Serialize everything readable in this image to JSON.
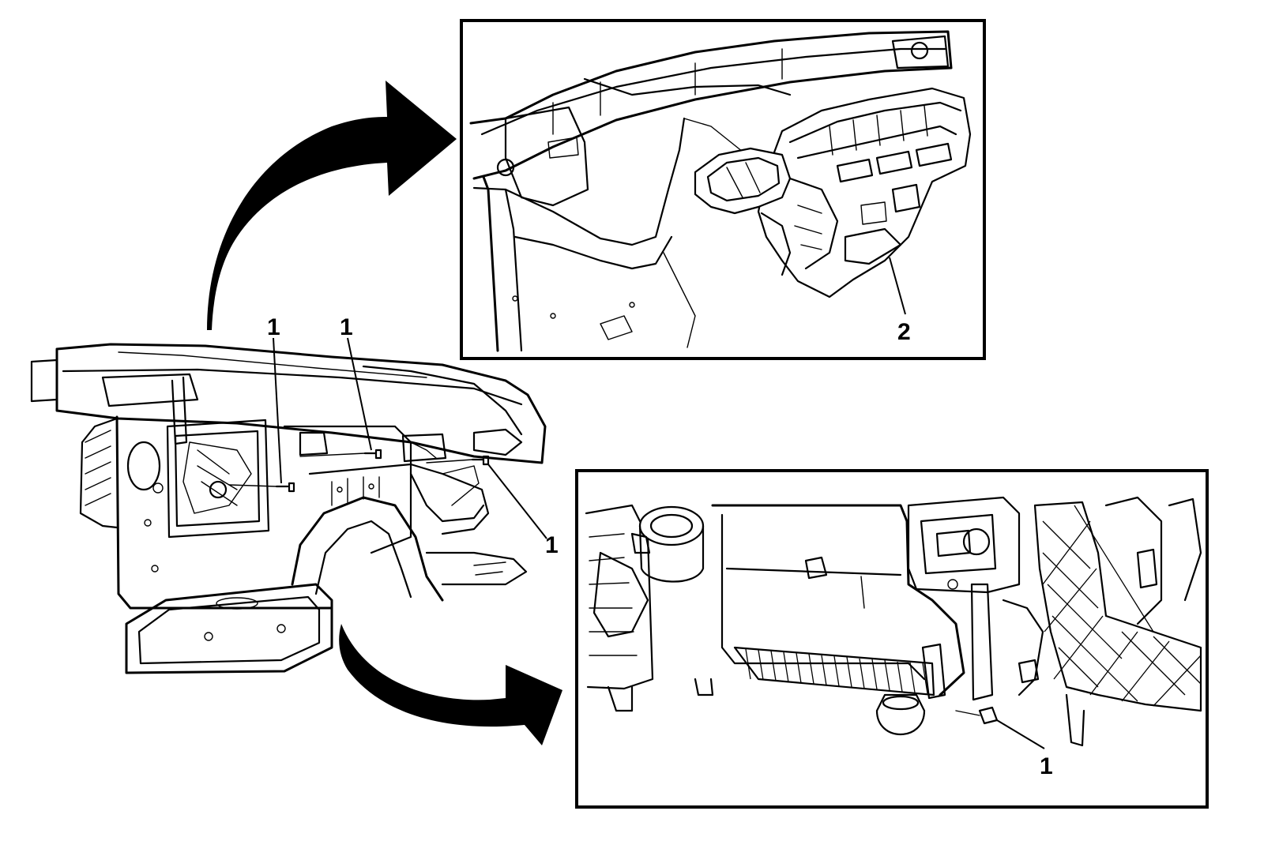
{
  "callouts": {
    "fastener_a": "1",
    "fastener_b": "1",
    "fastener_c": "1",
    "fastener_d": "1",
    "hvac_module": "2"
  },
  "colors": {
    "line": "#000000",
    "background": "#ffffff"
  },
  "icons": {
    "arrow_up": "curved-arrow-up-right-icon",
    "arrow_down": "curved-arrow-down-right-icon"
  }
}
